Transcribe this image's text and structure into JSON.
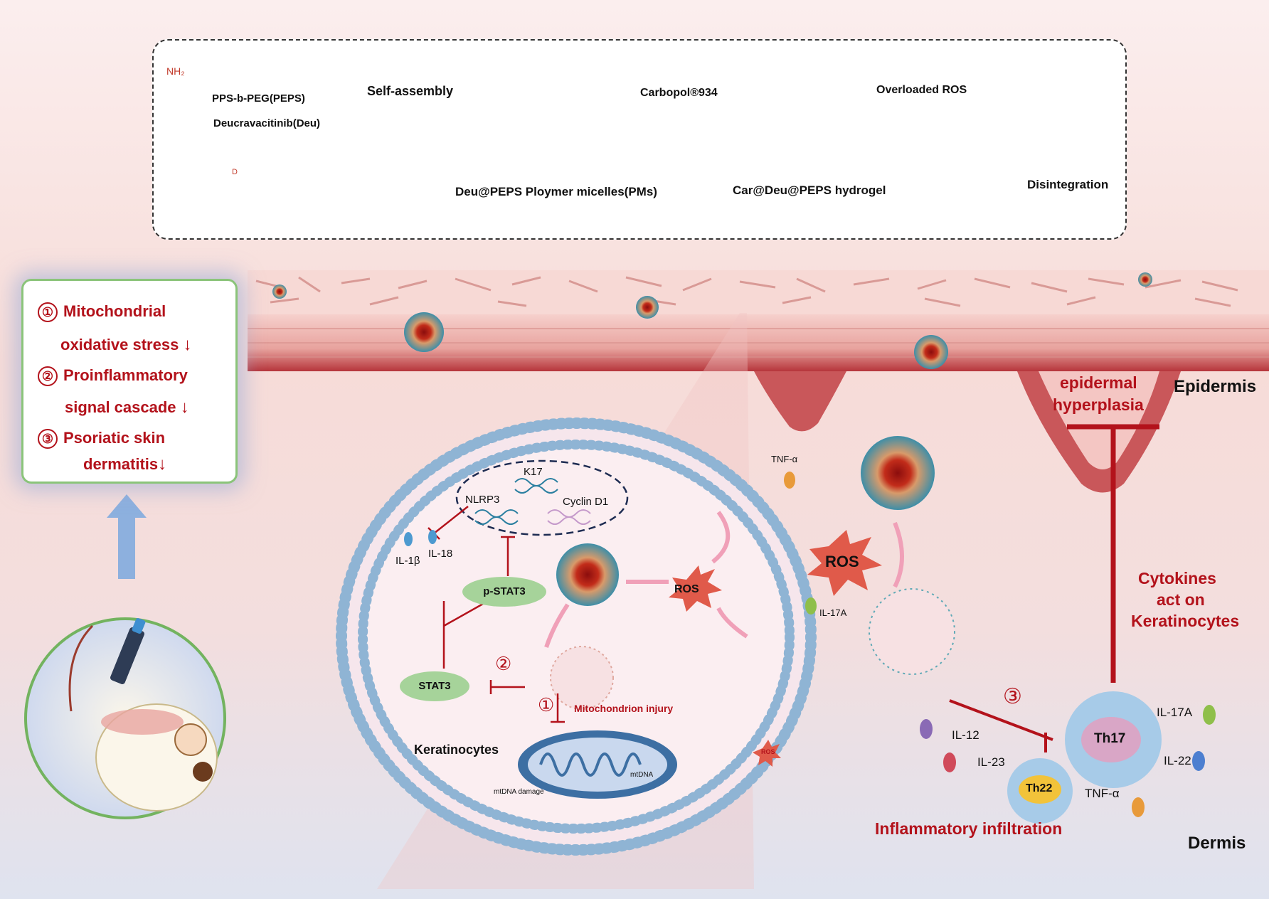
{
  "top_panel": {
    "self_assembly": "Self-assembly",
    "peps_label": "PPS-b-PEG(PEPS)",
    "deu_label": "Deucravacitinib(Deu)",
    "carbopol": "Carbopol®934",
    "overloaded_ros": "Overloaded ROS",
    "micelles_label": "Deu@PEPS Ploymer micelles(PMs)",
    "hydrogel_label": "Car@Deu@PEPS hydrogel",
    "disintegration": "Disintegration",
    "nh2": "NH₂",
    "d": "D"
  },
  "summary": {
    "n1": "①",
    "n2": "②",
    "n3": "③",
    "line1": "Mitochondrial",
    "line2": "oxidative stress",
    "line3": "Proinflammatory",
    "line4": "signal cascade",
    "line5": "Psoriatic skin",
    "line6": "dermatitis",
    "down": "↓"
  },
  "cell": {
    "k17": "K17",
    "nlrp3": "NLRP3",
    "cyclin": "Cyclin D1",
    "il1b": "IL-1β",
    "il18": "IL-18",
    "pstat3": "p-STAT3",
    "stat3": "STAT3",
    "ros": "ROS",
    "ros_small": "ROS",
    "mito_injury": "Mitochondrion injury",
    "keratinocytes": "Keratinocytes",
    "mtdna": "mtDNA",
    "mtdna_damage": "mtDNA damage",
    "n1": "①",
    "n2": "②",
    "tnfa": "TNF-α",
    "il17a": "IL-17A"
  },
  "tissue": {
    "epidermis": "Epidermis",
    "dermis": "Dermis",
    "hyperplasia1": "epidermal",
    "hyperplasia2": "hyperplasia",
    "cyto1": "Cytokines",
    "cyto2": "act on",
    "cyto3": "Keratinocytes",
    "ros_big": "ROS",
    "n3": "③",
    "il12": "IL-12",
    "il23": "IL-23",
    "th17": "Th17",
    "th22": "Th22",
    "tnfa": "TNF-α",
    "il17a": "IL-17A",
    "il22": "IL-22",
    "infiltration": "Inflammatory infiltration"
  },
  "colors": {
    "accent_red": "#b3121b",
    "membrane_blue": "#8fb4d4",
    "pill_green": "#a6d39a",
    "summary_border": "#8bc47a"
  }
}
